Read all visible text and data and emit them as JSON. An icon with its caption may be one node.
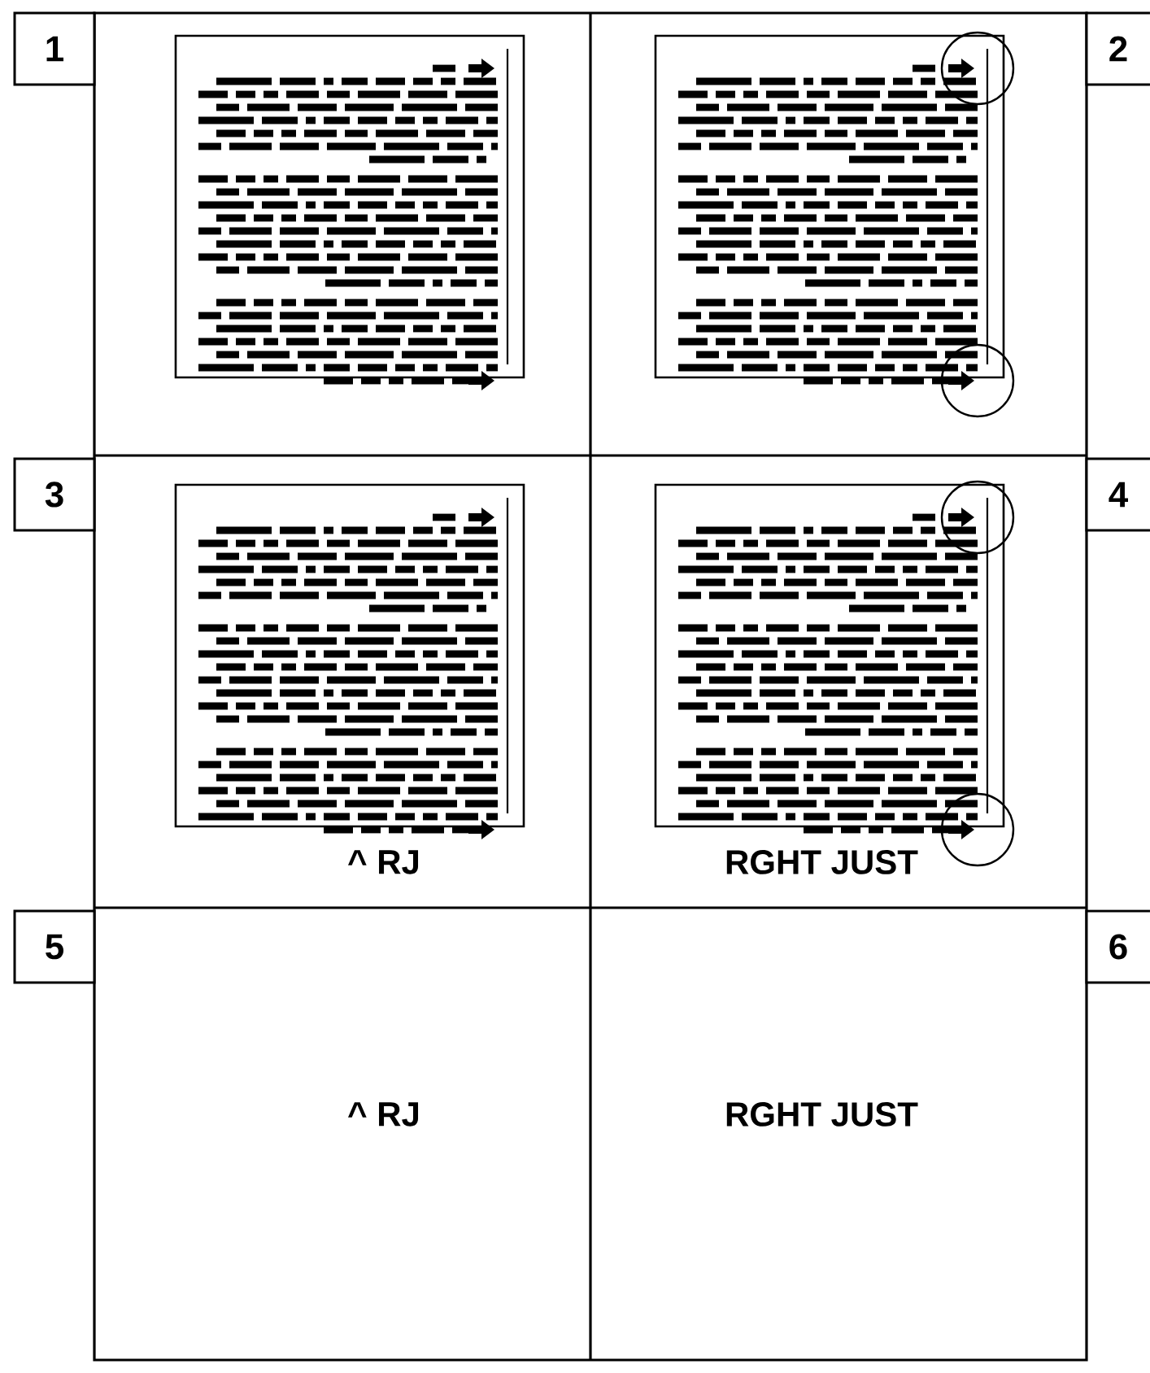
{
  "diagram": {
    "nodes": [
      {
        "text": [
          "1"
        ]
      },
      {
        "text": [
          "2"
        ]
      },
      {
        "text": [
          "3"
        ]
      },
      {
        "text": [
          "4"
        ]
      },
      {
        "text": [
          "5"
        ]
      },
      {
        "text": [
          "6"
        ]
      }
    ],
    "labels": [
      "^ RJ",
      "RGHT JUST",
      "^ RJ",
      "RGHT JUST"
    ]
  }
}
